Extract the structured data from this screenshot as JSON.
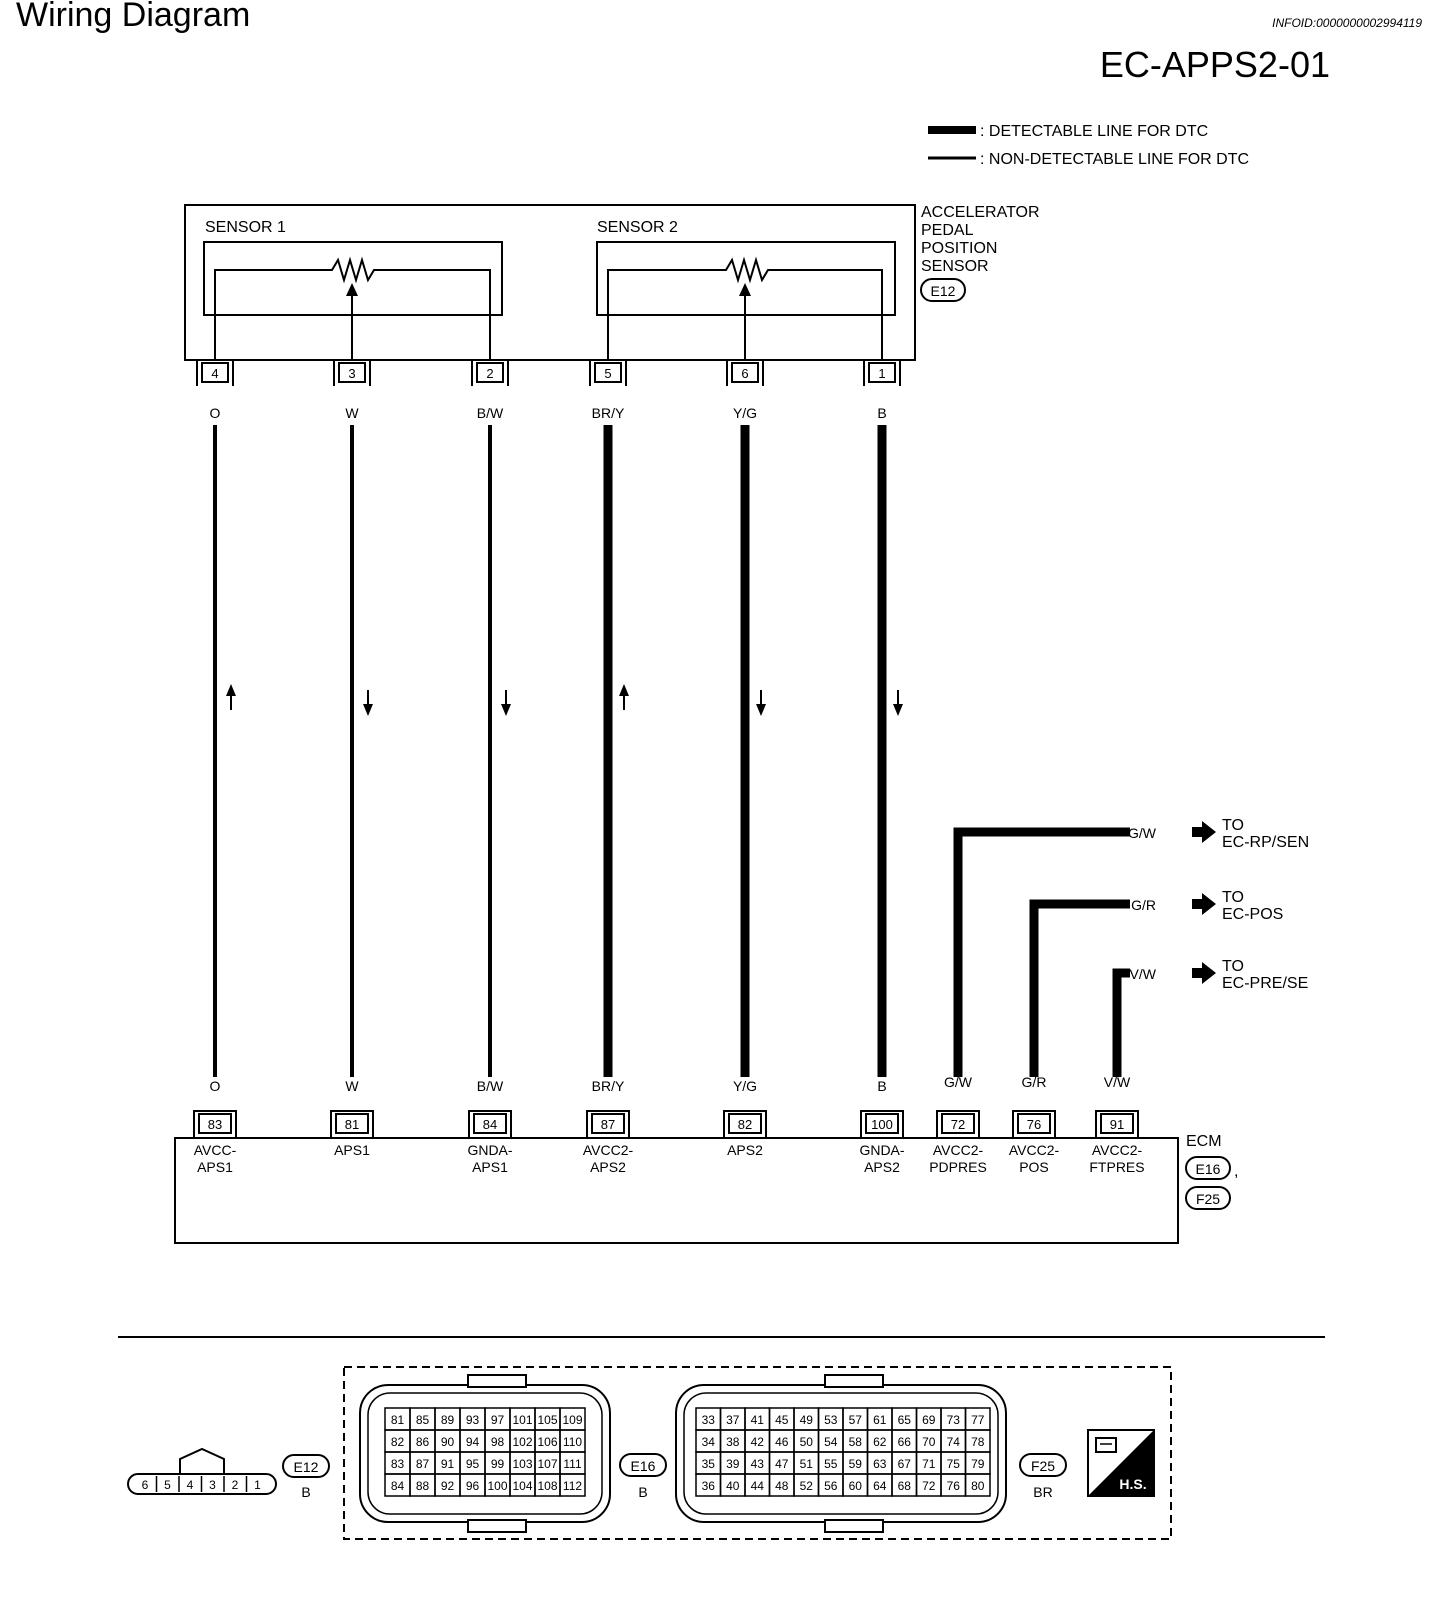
{
  "header": {
    "title": "Wiring Diagram",
    "info_id": "INFOID:0000000002994119",
    "diagram_code": "EC-APPS2-01"
  },
  "legend": {
    "detectable": ": DETECTABLE LINE FOR DTC",
    "non_detectable": ": NON-DETECTABLE LINE FOR DTC"
  },
  "sensor": {
    "name_lines": [
      "ACCELERATOR",
      "PEDAL",
      "POSITION",
      "SENSOR"
    ],
    "connector": "E12",
    "sub1": "SENSOR 1",
    "sub2": "SENSOR 2",
    "pins": [
      "4",
      "3",
      "2",
      "5",
      "6",
      "1"
    ]
  },
  "wires": [
    {
      "color": "O",
      "sensor_pin": "4",
      "ecm_pin": "83",
      "ecm_label": [
        "AVCC-",
        "APS1"
      ],
      "dir": "up",
      "detectable": false
    },
    {
      "color": "W",
      "sensor_pin": "3",
      "ecm_pin": "81",
      "ecm_label": [
        "APS1"
      ],
      "dir": "down",
      "detectable": false
    },
    {
      "color": "B/W",
      "sensor_pin": "2",
      "ecm_pin": "84",
      "ecm_label": [
        "GNDA-",
        "APS1"
      ],
      "dir": "down",
      "detectable": false
    },
    {
      "color": "BR/Y",
      "sensor_pin": "5",
      "ecm_pin": "87",
      "ecm_label": [
        "AVCC2-",
        "APS2"
      ],
      "dir": "up",
      "detectable": true
    },
    {
      "color": "Y/G",
      "sensor_pin": "6",
      "ecm_pin": "82",
      "ecm_label": [
        "APS2"
      ],
      "dir": "down",
      "detectable": true
    },
    {
      "color": "B",
      "sensor_pin": "1",
      "ecm_pin": "100",
      "ecm_label": [
        "GNDA-",
        "APS2"
      ],
      "dir": "down",
      "detectable": true
    }
  ],
  "branches": [
    {
      "color": "G/W",
      "ecm_pin": "72",
      "ecm_label": [
        "AVCC2-",
        "PDPRES"
      ],
      "to": [
        "TO",
        "EC-RP/SEN"
      ]
    },
    {
      "color": "G/R",
      "ecm_pin": "76",
      "ecm_label": [
        "AVCC2-",
        "POS"
      ],
      "to": [
        "TO",
        "EC-POS"
      ]
    },
    {
      "color": "V/W",
      "ecm_pin": "91",
      "ecm_label": [
        "AVCC2-",
        "FTPRES"
      ],
      "to": [
        "TO",
        "EC-PRE/SE"
      ]
    }
  ],
  "ecm": {
    "name": "ECM",
    "connectors": [
      "E16",
      "F25"
    ],
    "separator": ","
  },
  "connector_views": {
    "e12": {
      "id": "E12",
      "color": "B",
      "pins": [
        "6",
        "5",
        "4",
        "3",
        "2",
        "1"
      ]
    },
    "e16": {
      "id": "E16",
      "color": "B",
      "rows": [
        [
          "81",
          "85",
          "89",
          "93",
          "97",
          "101",
          "105",
          "109"
        ],
        [
          "82",
          "86",
          "90",
          "94",
          "98",
          "102",
          "106",
          "110"
        ],
        [
          "83",
          "87",
          "91",
          "95",
          "99",
          "103",
          "107",
          "111"
        ],
        [
          "84",
          "88",
          "92",
          "96",
          "100",
          "104",
          "108",
          "112"
        ]
      ]
    },
    "f25": {
      "id": "F25",
      "color": "BR",
      "rows": [
        [
          "33",
          "37",
          "41",
          "45",
          "49",
          "53",
          "57",
          "61",
          "65",
          "69",
          "73",
          "77"
        ],
        [
          "34",
          "38",
          "42",
          "46",
          "50",
          "54",
          "58",
          "62",
          "66",
          "70",
          "74",
          "78"
        ],
        [
          "35",
          "39",
          "43",
          "47",
          "51",
          "55",
          "59",
          "63",
          "67",
          "71",
          "75",
          "79"
        ],
        [
          "36",
          "40",
          "44",
          "48",
          "52",
          "56",
          "60",
          "64",
          "68",
          "72",
          "76",
          "80"
        ]
      ]
    },
    "hs_label": "H.S."
  }
}
